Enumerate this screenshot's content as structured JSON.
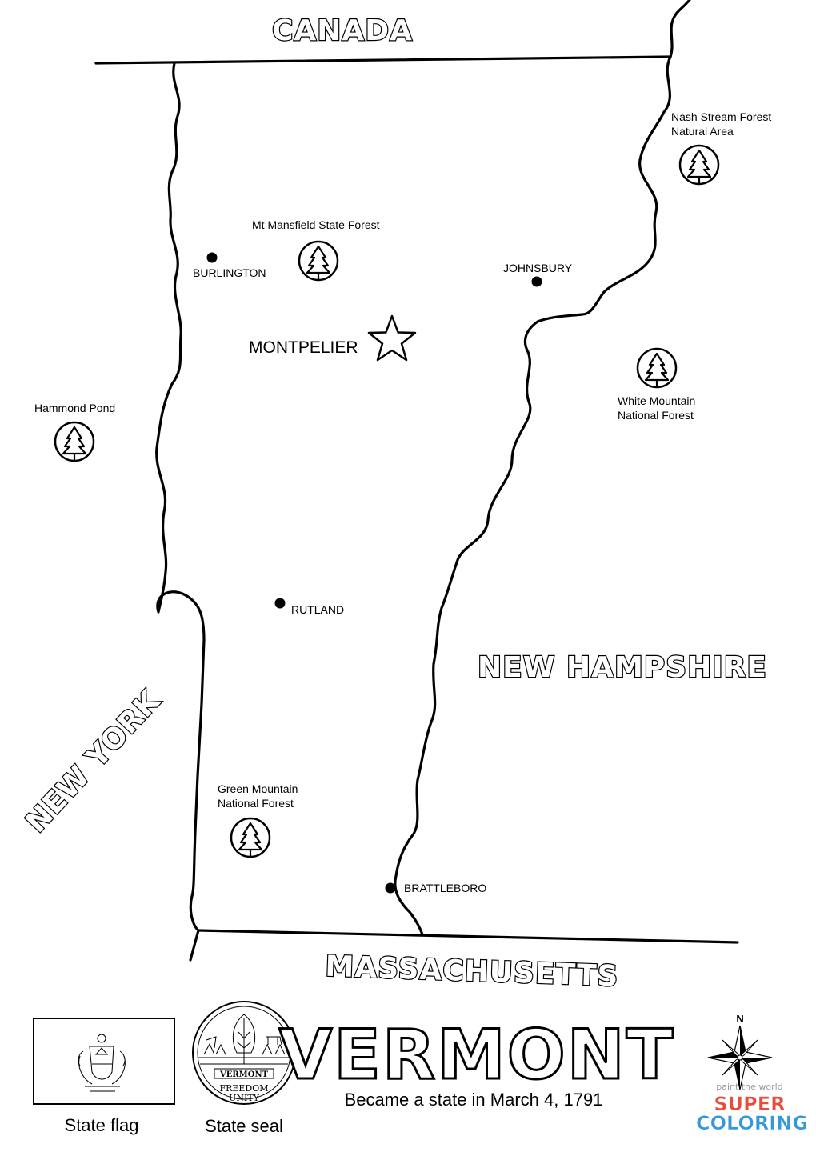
{
  "neighbors": {
    "north": "CANADA",
    "west": "NEW YORK",
    "east": "NEW HAMPSHIRE",
    "south": "MASSACHUSETTS"
  },
  "capital": {
    "name": "MONTPELIER"
  },
  "cities": [
    {
      "name": "BURLINGTON"
    },
    {
      "name": "JOHNSBURY"
    },
    {
      "name": "RUTLAND"
    },
    {
      "name": "BRATTLEBORO"
    }
  ],
  "forests": [
    {
      "line1": "Mt Mansfield State Forest",
      "line2": ""
    },
    {
      "line1": "Nash Stream Forest",
      "line2": "Natural Area"
    },
    {
      "line1": "White Mountain",
      "line2": "National Forest"
    },
    {
      "line1": "Hammond Pond",
      "line2": ""
    },
    {
      "line1": "Green Mountain",
      "line2": "National Forest"
    }
  ],
  "title": "VERMONT",
  "subtitle": "Became a state in March 4, 1791",
  "flag_caption": "State flag",
  "seal_caption": "State seal",
  "seal_text": {
    "top": "VERMONT",
    "line1": "FREEDOM",
    "line2": "UNITY"
  },
  "compass": {
    "north_label": "N"
  },
  "watermark": {
    "line1": "paint the world",
    "line2": "SUPER",
    "line3": "COLORING",
    "colors": [
      "#e74c3c",
      "#f39c12",
      "#27ae60",
      "#3498db",
      "#9b59b6"
    ]
  }
}
